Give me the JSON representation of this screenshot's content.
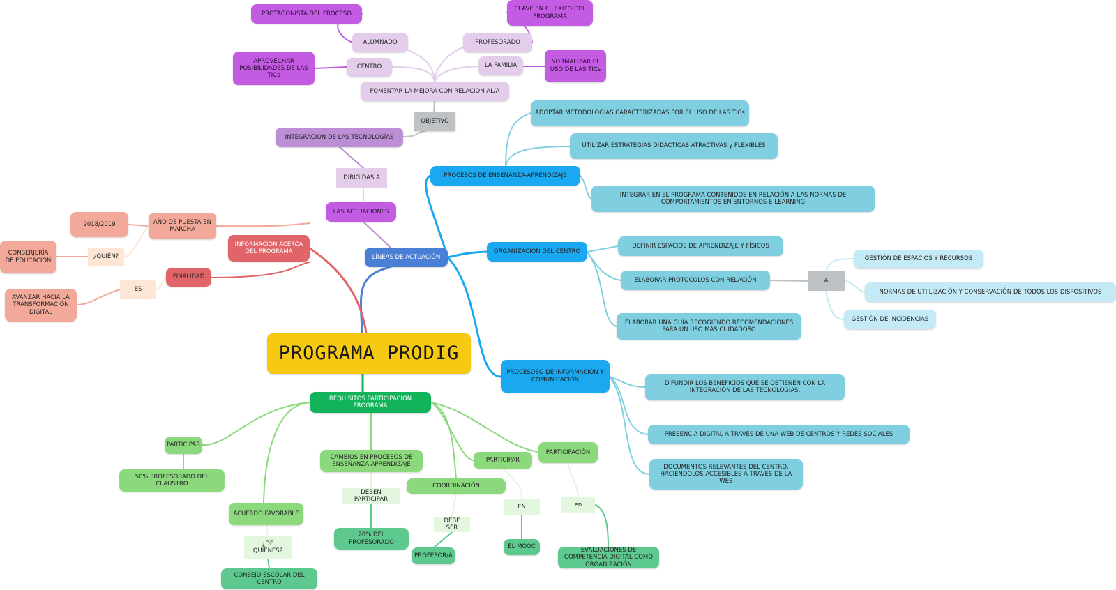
{
  "title": "PROGRAMA PRODIG",
  "colors": {
    "root": "#f6c912",
    "purple_dark": "#c35be3",
    "purple_mid": "#bb8ed6",
    "purple_light": "#e3cdea",
    "gray": "#bfc2c4",
    "blue_dark": "#4a7fd6",
    "cyan": "#1aa8f0",
    "teal": "#7fcfe0",
    "teal_light": "#c4eaf6",
    "red": "#e06468",
    "salmon": "#f3a99a",
    "peach": "#fde6d6",
    "green_dark": "#13b35b",
    "green": "#8bd87d",
    "green_light": "#e2f7dd",
    "sea": "#5ec98e"
  },
  "nodes": {
    "protagonista": "PROTAGONISTA DEL PROCESO",
    "alumnado": "ALUMNADO",
    "clave": "CLAVE EN EL EXITO DEL PROGRAMA",
    "profesorado": "PROFESORADO",
    "aprovechar": "APROVECHAR POSIBILIDADES DE LAS TICs",
    "centro": "CENTRO",
    "familia": "LA FAMILIA",
    "normalizar": "NORMALIZAR EL USO DE LAS TICs",
    "fomentar": "FOMENTAR LA MEJORA CON RELACION AL/A",
    "objetivo": "OBJETIVO",
    "integracion": "INTEGRACIÓN DE LAS TECNOLOGÍAS",
    "dirigidas": "DIRIGIDAS A",
    "actuaciones": "LAS ACTUACIONES",
    "lineas": "LÍNEAS DE ACTUACIÓN",
    "procesos_ea": "PROCESOS DE ENSEÑANZA-APRENDIZAJE",
    "adoptar": "ADOPTAR METODOLOGÍAS CARACTERIZADAS POR EL USO DE LAS TICs",
    "utilizar": "UTILIZAR ESTRATEGIAS DIDÁCTICAS ATRACTIVAS y FLEXIBLES",
    "integrar": "INTEGRAR EN EL PROGRAMA CONTENIDOS EN RELACIÓN A LAS NORMAS DE COMPORTAMIENTOS EN ENTORNOS E-LEARNING",
    "organizacion": "ORGANIZACIÓN DEL CENTRO",
    "definir": "DEFINIR ESPACIOS DE APRENDIZAJE Y FÍSICOS",
    "elaborar_prot": "ELABORAR PROTOCOLOS CON RELACIÓN",
    "a": "A",
    "gestion_esp": "GESTIÓN DE ESPACIOS Y RECURSOS",
    "normas_util": "NORMAS DE UTIILIZACIÓN Y CONSERVACIÓN DE TODOS LOS DISPOSITIVOS",
    "gestion_inc": "GESTIÓN DE INCIDENCIAS",
    "elaborar_guia": "ELABORAR UNA GUÍA RECOGIENDO RECOMENDACIONES PARA UN USO MÁS CUIDADOSO",
    "procesos_ic": "PROCESOSO DE INFORMACIÓN Y COMUNICACIÓN",
    "difundir": "DIFUNDIR LOS BENEFICIOS QUE SE OBTIENEN CON LA INTEGRACIÓN DE LAS TECNOLOGÍAS.",
    "presencia": "PRESENCIA DIGITAL A TRAVÉS DE UNA WEB DE CENTROS Y REDES SOCIALES",
    "documentos": "DOCUMENTOS RELEVANTES DEL CENTRO, HACIÉNDOLOS ACCESIBLES A TRAVÉS DE LA WEB",
    "informacion": "INFORMACIÓN ACERCA DEL PROGRAMA",
    "anio": "AÑO DE PUESTA EN MARCHA",
    "y2018": "2018/2019",
    "quien": "¿QUIÉN?",
    "conserjeria": "CONSERJERÍA DE EDUCACIÓN",
    "finalidad": "FINALIDAD",
    "es": "ES",
    "avanzar": "AVANZAR HACIA LA TRANSFORMACIÓN DIGITAL",
    "requisitos": "REQUISITOS PARTICIPACIÓN PROGRAMA",
    "participar1": "PARTICIPAR",
    "cincuenta": "50% PROFESORADO DEL CLAUSTRO",
    "acuerdo": "ACUERDO FAVORABLE",
    "de_quienes": "¿DE QUIÉNES?",
    "consejo": "CONSEJO ESCOLAR DEL CENTRO",
    "cambios": "CAMBIOS EN PROCESOS DE ENSEÑANZA-APRENDIZAJE",
    "deben": "DEBEN PARTICIPAR",
    "veinte": "20% DEL PROFESORADO",
    "coordinacion": "COORDINACIÓN",
    "debe_ser": "DEBE SER",
    "profesora": "PROFESOR/A",
    "participar2": "PARTICIPAR",
    "en_upper": "EN",
    "mooc": "EL MOOC",
    "participacion": "PARTICIPACIÓN",
    "en_lower": "en",
    "evaluaciones": "EVALUACIONES DE COMPETENCIA DIGITAL COMO ORGANIZACIÓN"
  }
}
